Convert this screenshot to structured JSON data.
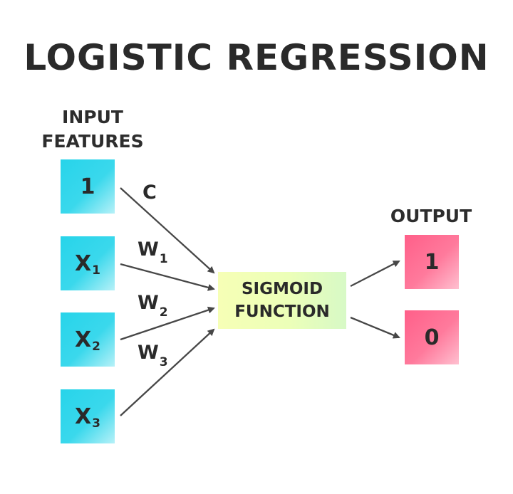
{
  "title": "LOGISTIC REGRESSION",
  "input_label": {
    "line1": "INPUT",
    "line2": "FEATURES"
  },
  "output_label": "OUTPUT",
  "inputs": [
    {
      "main": "1",
      "sub": ""
    },
    {
      "main": "X",
      "sub": "1"
    },
    {
      "main": "X",
      "sub": "2"
    },
    {
      "main": "X",
      "sub": "3"
    }
  ],
  "weights": [
    {
      "main": "C",
      "sub": ""
    },
    {
      "main": "W",
      "sub": "1"
    },
    {
      "main": "W",
      "sub": "2"
    },
    {
      "main": "W",
      "sub": "3"
    }
  ],
  "sigmoid": {
    "line1": "SIGMOID",
    "line2": "FUNCTION"
  },
  "outputs": [
    "1",
    "0"
  ],
  "colors": {
    "input_box": "#27d4ea",
    "output_box": "#ff5f89",
    "sigmoid_box": "#f6ffb6",
    "text": "#2a2a2a",
    "arrow": "#474747"
  }
}
